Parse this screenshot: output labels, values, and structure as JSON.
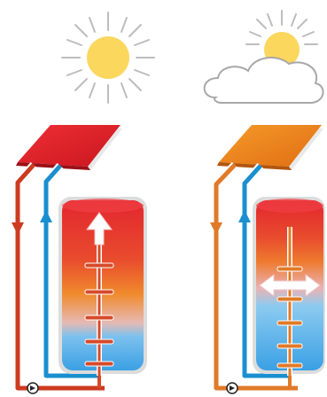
{
  "panels": [
    {
      "condition": "sunny",
      "icon": "sun-icon",
      "collector_color": "#e0262e",
      "hot_pipe_color": "#cc3a1f",
      "cold_pipe_color": "#1a8fd0",
      "coil_color": "#d64a2a",
      "flow_arrow": "up"
    },
    {
      "condition": "partly-cloudy",
      "icon": "sun-behind-cloud-icon",
      "collector_color": "#ef7d1f",
      "hot_pipe_color": "#e07a28",
      "cold_pipe_color": "#1a8fd0",
      "coil_color": "#e07a28",
      "flow_arrow": "left-right"
    }
  ],
  "colors": {
    "sun_fill": "#fbd75e",
    "sun_rays": "#b9b9b9",
    "cloud_outline": "#a8a8a8",
    "tank_hot": "#e3302f",
    "tank_warm": "#f08a2d",
    "tank_cold": "#4aa9e6",
    "tank_frame": "#d9d9d9"
  }
}
